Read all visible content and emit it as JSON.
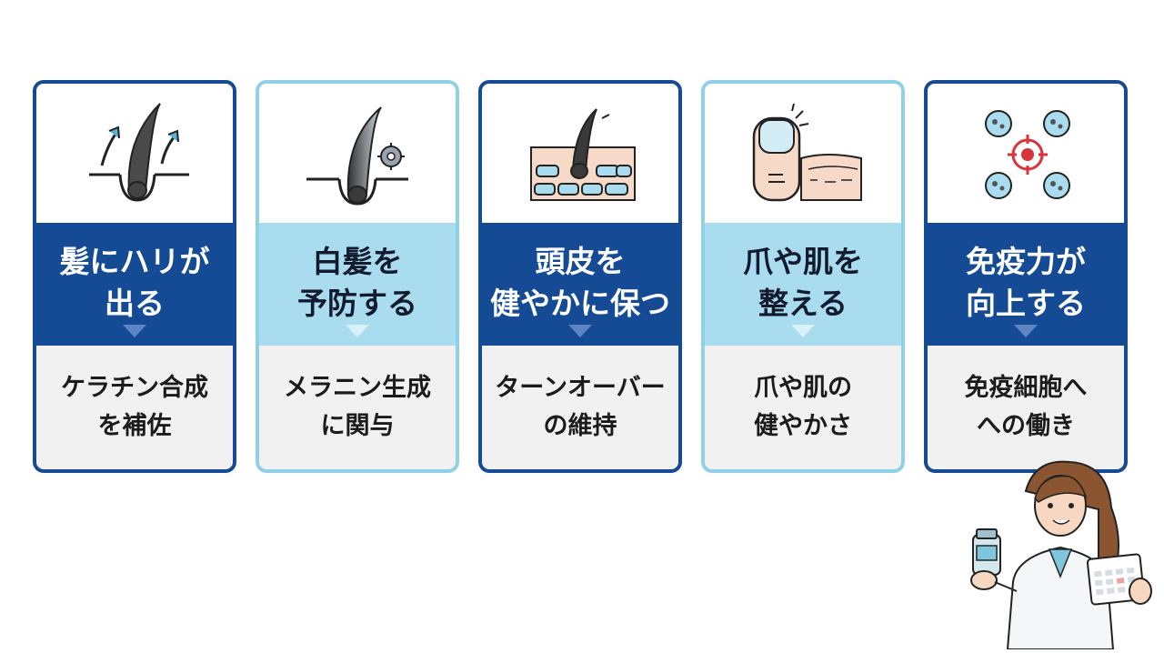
{
  "cards": [
    {
      "icon": "hair-growth-icon",
      "title": "髪にハリが\n出る",
      "desc": "ケラチン合成\nを補佐"
    },
    {
      "icon": "gray-hair-prevention-icon",
      "title": "白髪を\n予防する",
      "desc": "メラニン生成\nに関与"
    },
    {
      "icon": "scalp-skin-icon",
      "title": "頭皮を\n健やかに保つ",
      "desc": "ターンオーバー\nの維持"
    },
    {
      "icon": "nail-skin-icon",
      "title": "爪や肌を\n整える",
      "desc": "爪や肌の\n健やかさ"
    },
    {
      "icon": "immune-target-icon",
      "title": "免疫力が\n向上する",
      "desc": "免疫細胞へ\nへの働き"
    }
  ],
  "colors": {
    "dark": "#154a95",
    "light": "#a9dcee",
    "lightBorder": "#8fd1e6",
    "descBg": "#f1f1f1"
  }
}
